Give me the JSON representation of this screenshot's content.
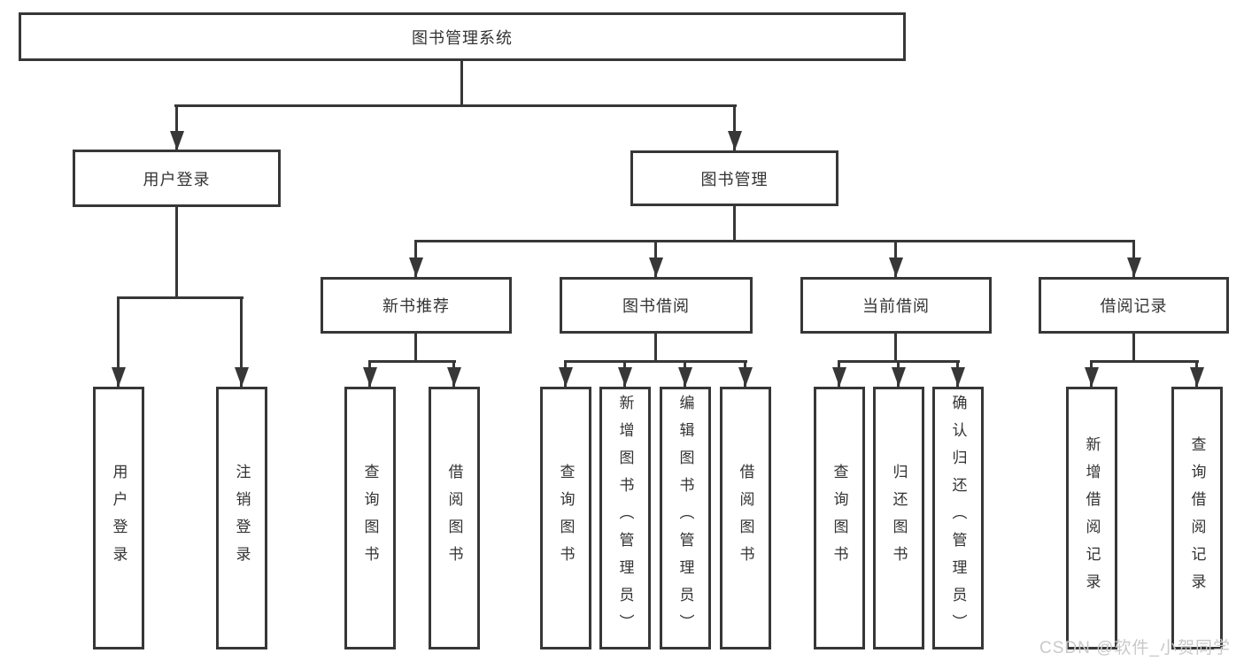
{
  "tree": {
    "label": "图书管理系统",
    "children": [
      {
        "label": "用户登录",
        "children": [
          {
            "label": "用户登录"
          },
          {
            "label": "注销登录"
          }
        ]
      },
      {
        "label": "图书管理",
        "children": [
          {
            "label": "新书推荐",
            "children": [
              {
                "label": "查询图书"
              },
              {
                "label": "借阅图书"
              }
            ]
          },
          {
            "label": "图书借阅",
            "children": [
              {
                "label": "查询图书"
              },
              {
                "label": "新增图书（管理员）"
              },
              {
                "label": "编辑图书（管理员）"
              },
              {
                "label": "借阅图书"
              }
            ]
          },
          {
            "label": "当前借阅",
            "children": [
              {
                "label": "查询图书"
              },
              {
                "label": "归还图书"
              },
              {
                "label": "确认归还（管理员）"
              }
            ]
          },
          {
            "label": "借阅记录",
            "children": [
              {
                "label": "新增借阅记录"
              },
              {
                "label": "查询借阅记录"
              }
            ]
          }
        ]
      }
    ]
  },
  "watermark": {
    "text": "CSDN @软件_小贺同学"
  },
  "colors": {
    "line": "#373737",
    "text": "#333333",
    "background": "#ffffff",
    "watermark": "#c9c9c9"
  }
}
